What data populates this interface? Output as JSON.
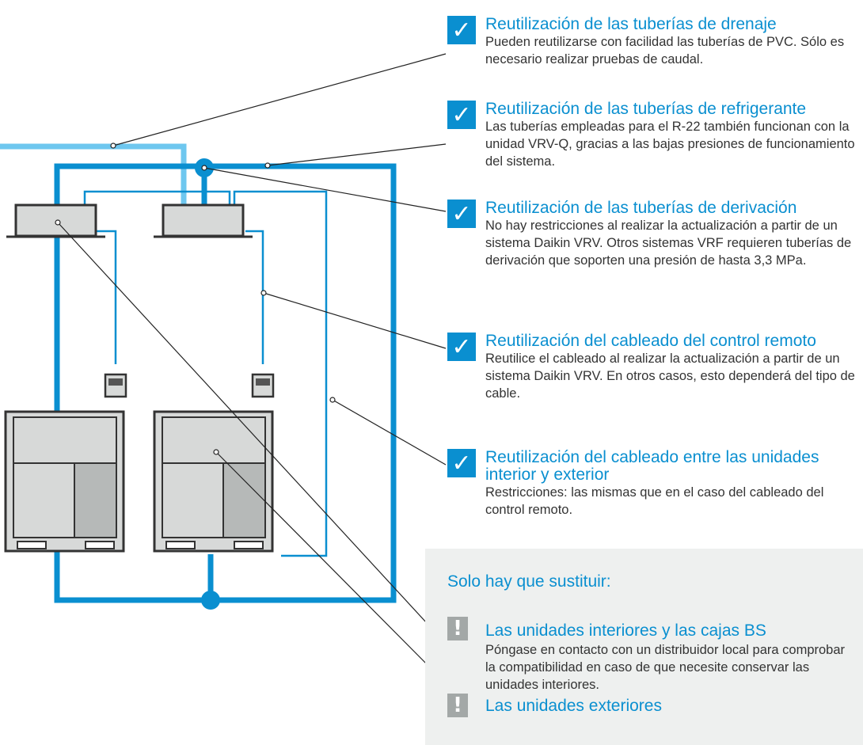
{
  "colors": {
    "accent": "#0a8fd0",
    "light_pipe": "#6ec7ef",
    "unit_fill": "#d7d9d8",
    "panel_bg": "#eef0ef",
    "icon_gray": "#a3a8a7"
  },
  "icons": {
    "check": "✓",
    "warning": "!"
  },
  "reuse_items": [
    {
      "title": "Reutilización de las tuberías de drenaje",
      "desc": "Pueden reutilizarse con facilidad las tuberías de PVC. Sólo es necesario realizar pruebas de caudal."
    },
    {
      "title": "Reutilización de las tuberías de refrigerante",
      "desc": "Las tuberías empleadas para el R-22 también funcionan con la unidad VRV-Q, gracias a las bajas presiones de funcionamiento del sistema."
    },
    {
      "title": "Reutilización de las tuberías de derivación",
      "desc": "No hay restricciones al realizar la actualización a partir de un sistema Daikin VRV. Otros sistemas VRF requieren tuberías de derivación que soporten una presión de hasta 3,3 MPa."
    },
    {
      "title": "Reutilización del cableado del control remoto",
      "desc": "Reutilice el cableado al realizar la actualización a partir de un sistema Daikin VRV. En otros casos, esto dependerá del tipo de cable."
    },
    {
      "title": "Reutilización del cableado entre las unidades interior y exterior",
      "desc": "Restricciones: las mismas que en el caso del cableado del control remoto."
    }
  ],
  "replace": {
    "heading": "Solo hay que sustituir:",
    "items": [
      {
        "title": "Las unidades interiores y las cajas BS",
        "desc": "Póngase en contacto con un distribuidor local para comprobar la compatibilidad en caso de que necesite conservar las unidades interiores."
      },
      {
        "title": "Las unidades exteriores",
        "desc": ""
      }
    ]
  }
}
